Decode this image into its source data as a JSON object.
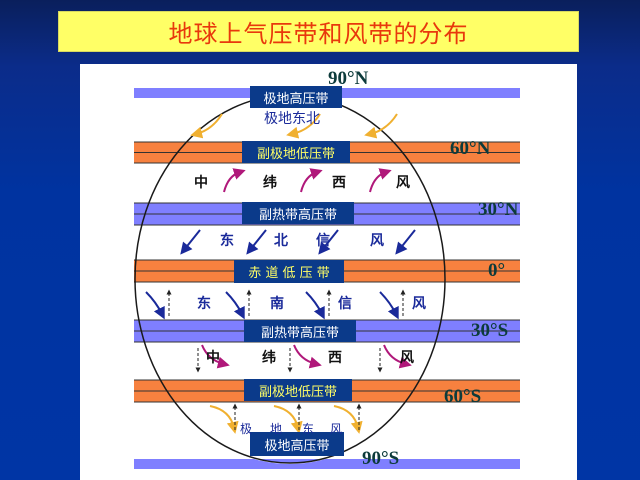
{
  "title": "地球上气压带和风带的分布",
  "colors": {
    "background": "#0033a0",
    "title_bg": "#ffff66",
    "title_text": "#e8380c",
    "high_pressure_band": "#7f7fff",
    "low_pressure_band": "#f7813f",
    "label_box": "#0b3a8a",
    "polar_arrow": "#f0b030",
    "westerly_arrow": "#b0187a",
    "trade_arrow": "#1a2a9a"
  },
  "pressure_belts": [
    {
      "id": "polar_high_n",
      "label": "极地高压带",
      "latitude": "90°N",
      "type": "high"
    },
    {
      "id": "subpolar_low_n",
      "label": "副极地低压带",
      "latitude": "60°N",
      "type": "low"
    },
    {
      "id": "subtropical_high_n",
      "label": "副热带高压带",
      "latitude": "30°N",
      "type": "high"
    },
    {
      "id": "equatorial_low",
      "label": "赤 道 低 压 带",
      "latitude": "0°",
      "type": "low"
    },
    {
      "id": "subtropical_high_s",
      "label": "副热带高压带",
      "latitude": "30°S",
      "type": "high"
    },
    {
      "id": "subpolar_low_s",
      "label": "副极地低压带",
      "latitude": "60°S",
      "type": "low"
    },
    {
      "id": "polar_high_s",
      "label": "极地高压带",
      "latitude": "90°S",
      "type": "high"
    }
  ],
  "wind_belts": {
    "polar_easterly_n": {
      "label": "极地东北",
      "chars": [
        "极",
        "地",
        "东",
        "北"
      ]
    },
    "westerlies_n": {
      "chars": [
        "中",
        "纬",
        "西",
        "风"
      ]
    },
    "ne_trades": {
      "chars": [
        "东",
        "北",
        "信",
        "风"
      ]
    },
    "se_trades": {
      "chars": [
        "东",
        "南",
        "信",
        "风"
      ]
    },
    "westerlies_s": {
      "chars": [
        "中",
        "纬",
        "西",
        "风"
      ]
    },
    "polar_easterly_s": {
      "chars": [
        "极",
        "地",
        "东",
        "风"
      ]
    }
  }
}
